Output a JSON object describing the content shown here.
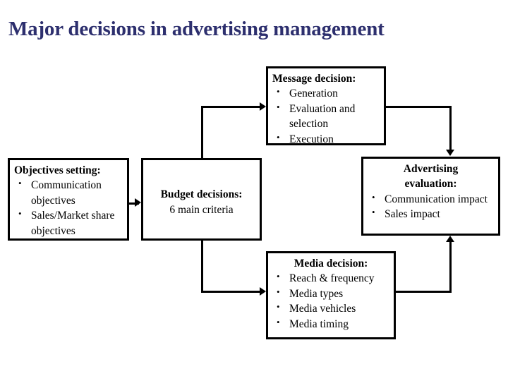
{
  "slide": {
    "title": "Major decisions in advertising management",
    "title_color": "#2d2f6e",
    "background_color": "#ffffff",
    "line_color": "#000000"
  },
  "nodes": {
    "objectives": {
      "heading": "Objectives setting:",
      "bullets": [
        "Communication objectives",
        "Sales/Market share objectives"
      ]
    },
    "budget": {
      "heading": "Budget decisions:",
      "subtitle": "6 main criteria"
    },
    "message": {
      "heading": "Message decision:",
      "bullets": [
        "Generation",
        "Evaluation and selection",
        "Execution"
      ]
    },
    "evaluation": {
      "heading_line1": "Advertising",
      "heading_line2": "evaluation:",
      "bullets": [
        "Communication impact",
        "Sales impact"
      ]
    },
    "media": {
      "heading": "Media decision:",
      "bullets": [
        "Reach & frequency",
        "Media types",
        "Media vehicles",
        "Media timing"
      ]
    }
  },
  "connectors": [
    {
      "name": "objectives-to-budget",
      "from": "objectives",
      "to": "budget",
      "style": "straight-arrow-right"
    },
    {
      "name": "budget-to-message",
      "from": "budget",
      "to": "message",
      "style": "elbow-up-right-arrow"
    },
    {
      "name": "budget-to-media",
      "from": "budget",
      "to": "media",
      "style": "elbow-down-right-arrow"
    },
    {
      "name": "message-to-evaluation",
      "from": "message",
      "to": "evaluation",
      "style": "elbow-right-down-arrow"
    },
    {
      "name": "media-to-evaluation",
      "from": "media",
      "to": "evaluation",
      "style": "elbow-right-up-arrow"
    }
  ]
}
